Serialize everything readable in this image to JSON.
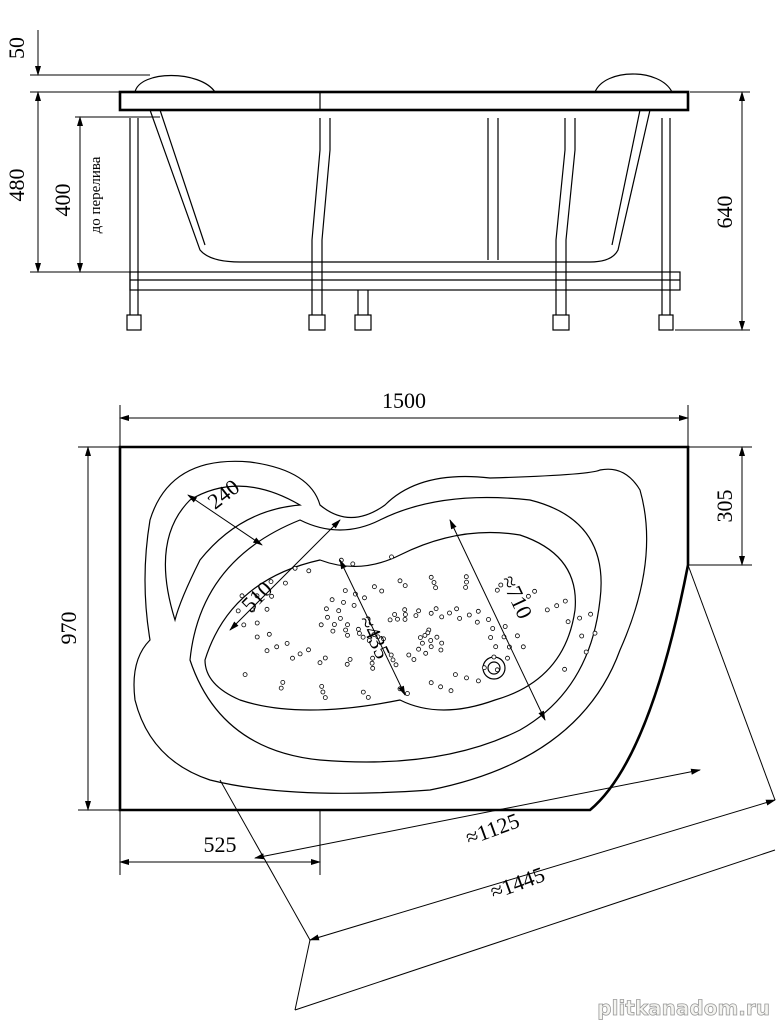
{
  "side_view": {
    "dim_rim": "50",
    "dim_height": "480",
    "dim_overflow": "400",
    "overflow_note": "до перелива",
    "dim_total": "640"
  },
  "top_view": {
    "dim_length": "1500",
    "dim_width": "970",
    "dim_corner": "305",
    "dim_seat": "240",
    "dim_inner_width": "510",
    "dim_inner_length": "≈710",
    "dim_bottom": "≈435",
    "dim_left_edge": "525",
    "dim_diag_inner": "≈1125",
    "dim_diag_outer": "≈1445"
  },
  "watermark": "plitkanadom.ru"
}
